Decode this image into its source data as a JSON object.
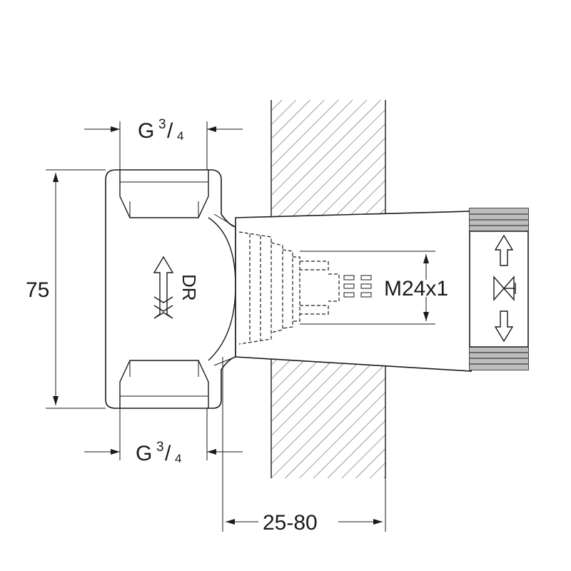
{
  "dimensions": {
    "height": "75",
    "thread_top": {
      "prefix": "G",
      "numerator": "3",
      "slash": "/",
      "denominator": "4"
    },
    "thread_bottom": {
      "prefix": "G",
      "numerator": "3",
      "slash": "/",
      "denominator": "4"
    },
    "wall_depth": "25-80",
    "connection_thread": "M24x1"
  },
  "labels": {
    "flow_marker": "DR"
  },
  "icons": {
    "flow_arrow": "flow-direction-arrow-icon",
    "valve_symbol": "valve-open-close-symbol-icon"
  }
}
